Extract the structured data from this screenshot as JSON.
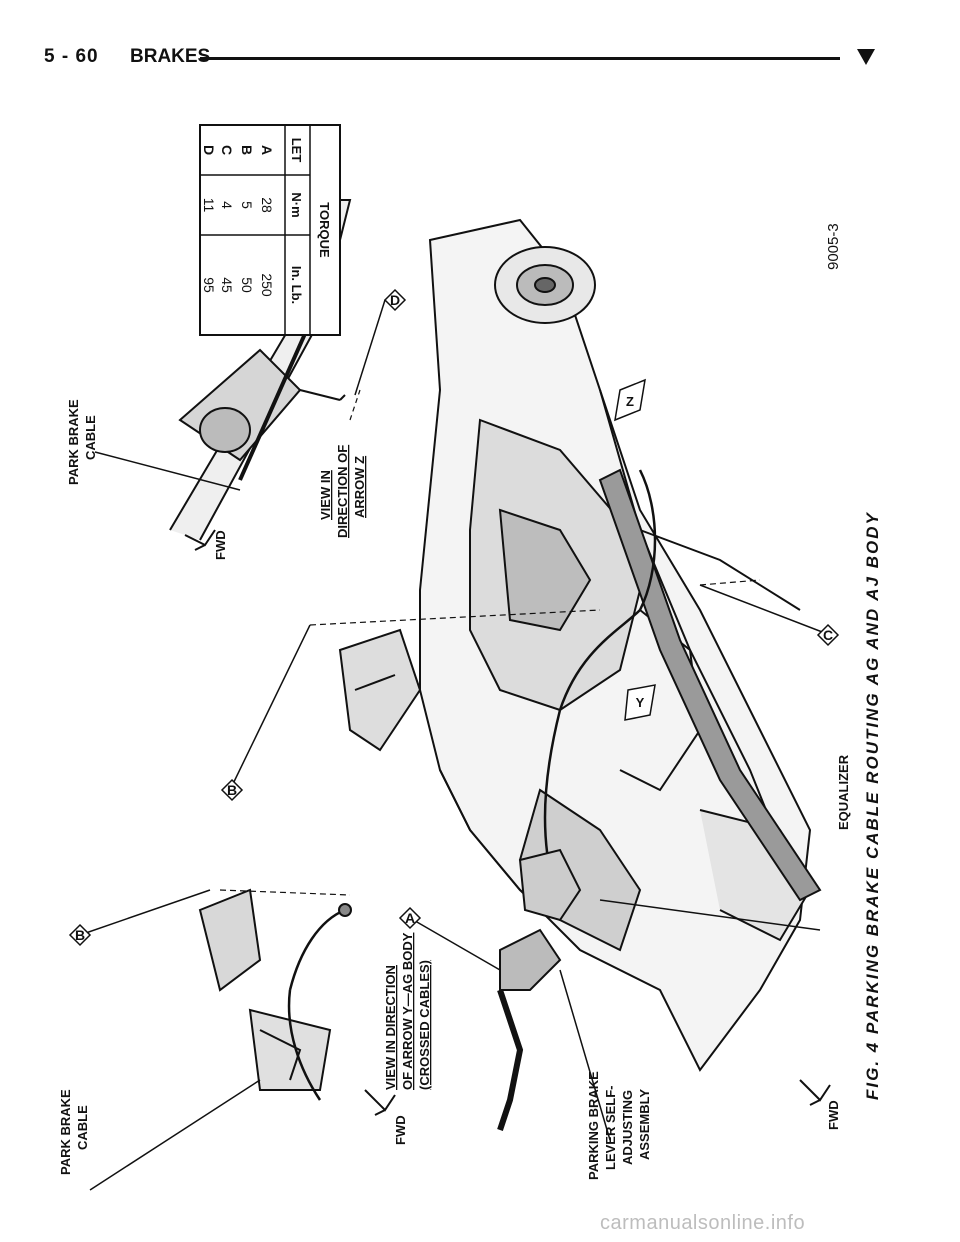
{
  "header": {
    "page_number": "5 - 60",
    "section": "BRAKES"
  },
  "figure": {
    "caption": "FIG. 4 PARKING BRAKE CABLE ROUTING AG AND AJ BODY",
    "figure_id": "9005-3",
    "labels": {
      "park_brake_cable_top_l1": "PARK BRAKE",
      "park_brake_cable_top_l2": "CABLE",
      "view_z_l1": "VIEW IN",
      "view_z_l2": "DIRECTION OF",
      "view_z_l3": "ARROW Z",
      "fwd_top": "FWD",
      "callout_d": "D",
      "callout_c": "C",
      "callout_b_mid": "B",
      "callout_b_left": "B",
      "callout_a": "A",
      "arrow_z": "Z",
      "arrow_y": "Y",
      "equalizer": "EQUALIZER",
      "view_y_l1": "VIEW IN DIRECTION",
      "view_y_l2": "OF ARROW Y—AG BODY",
      "view_y_l3": "(CROSSED CABLES)",
      "park_brake_cable_left_l1": "PARK BRAKE",
      "park_brake_cable_left_l2": "CABLE",
      "fwd_left": "FWD",
      "lever_l1": "PARKING BRAKE",
      "lever_l2": "LEVER SELF-",
      "lever_l3": "ADJUSTING",
      "lever_l4": "ASSEMBLY",
      "fwd_bottom": "FWD"
    },
    "torque_table": {
      "title": "TORQUE",
      "headers": [
        "LET",
        "N·m",
        "In. Lb."
      ],
      "rows": [
        {
          "let": "A",
          "nm": "28",
          "inlb": "250"
        },
        {
          "let": "B",
          "nm": "5",
          "inlb": "50"
        },
        {
          "let": "C",
          "nm": "4",
          "inlb": "45"
        },
        {
          "let": "D",
          "nm": "11",
          "inlb": "95"
        }
      ]
    }
  },
  "watermark": "carmanualsonline.info"
}
